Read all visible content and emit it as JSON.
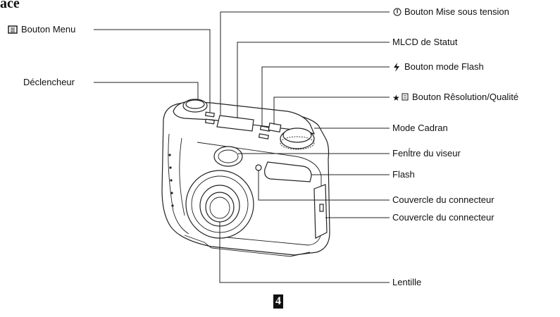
{
  "heading_fragment": "ace",
  "labels": {
    "power_button": "Bouton Mise sous tension",
    "menu_button": "Bouton Menu",
    "status_lcd": "MLCD de Statut",
    "flash_mode_button": "Bouton mode Flash",
    "shutter": "Déclencheur",
    "resolution_quality_button": "Bouton Rêsolution/Qualité",
    "mode_dial": "Mode Cadran",
    "viewfinder_window": "Fenĺtre du viseur",
    "flash": "Flash",
    "connector_cover_1": "Couvercle du connecteur",
    "connector_cover_2": "Couvercle du connecteur",
    "lens": "Lentille"
  },
  "icons": {
    "power": "power-icon",
    "menu": "menu-icon",
    "flash": "flash-bolt-icon",
    "resolution": "star-quality-icon"
  },
  "page_number": "4"
}
